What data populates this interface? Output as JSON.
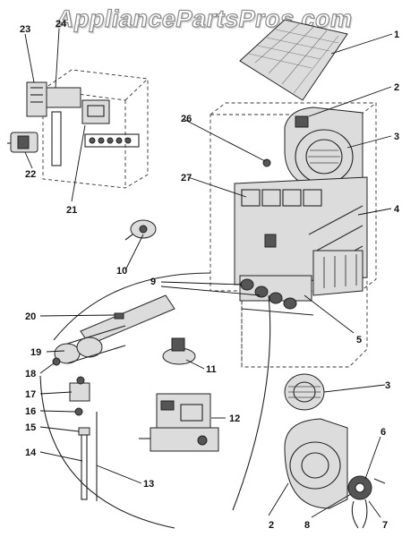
{
  "watermark": "AppliancePartsPros.com",
  "callouts": [
    "1",
    "2",
    "3",
    "4",
    "5",
    "6",
    "7",
    "8",
    "9",
    "10",
    "11",
    "12",
    "13",
    "14",
    "15",
    "16",
    "17",
    "18",
    "19",
    "20",
    "21",
    "22",
    "23",
    "24",
    "26",
    "27"
  ],
  "icons": [
    "gas-valve-icon",
    "blower-wheel-icon",
    "filter-icon",
    "heat-exchanger-icon",
    "switch-icon"
  ]
}
